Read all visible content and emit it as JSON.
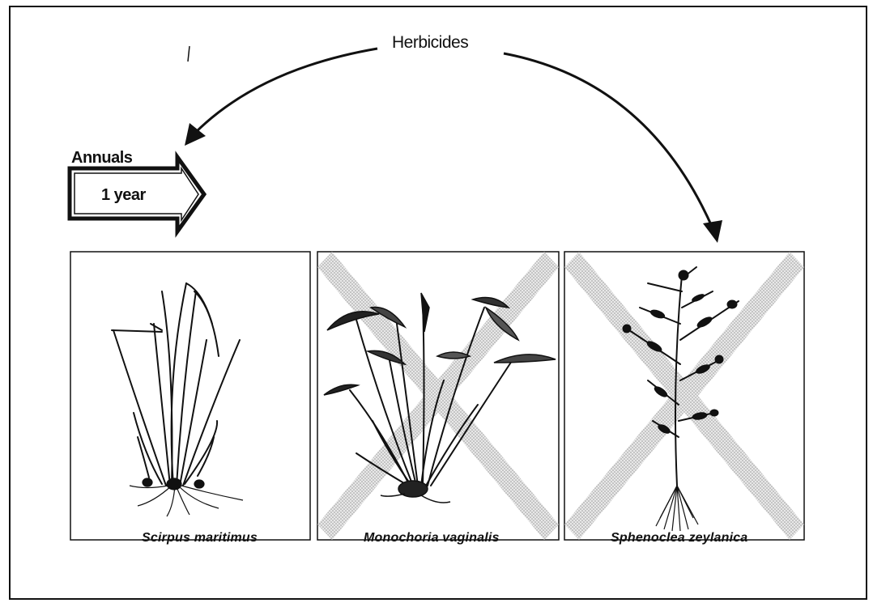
{
  "diagram": {
    "title": "Herbicides",
    "arrow_block": {
      "top_label": "Annuals",
      "inner_label": "1 year"
    },
    "species": [
      {
        "caption": "Scirpus maritimus",
        "crossed_out": false
      },
      {
        "caption": "Monochoria vaginalis",
        "crossed_out": true
      },
      {
        "caption": "Sphenoclea zeylanica",
        "crossed_out": true
      }
    ]
  },
  "colors": {
    "ink": "#111111",
    "cross": "#c9c9c9",
    "background": "#ffffff"
  },
  "icons": [
    "sedge-plant-icon",
    "monochoria-plant-icon",
    "sphenoclea-plant-icon"
  ]
}
